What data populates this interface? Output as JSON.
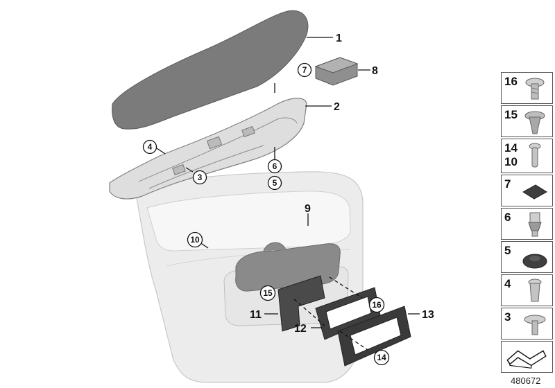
{
  "callouts": {
    "c1": "1",
    "c2": "2",
    "c3": "3",
    "c4": "4",
    "c5": "5",
    "c6": "6",
    "c7": "7",
    "c8": "8",
    "c9": "9",
    "c10": "10",
    "c11": "11",
    "c12": "12",
    "c13": "13",
    "c14": "14",
    "c15": "15",
    "c16": "16"
  },
  "side_panel": [
    {
      "label": "16",
      "label2": "",
      "icon": "torx-screw-icon"
    },
    {
      "label": "15",
      "label2": "",
      "icon": "expanding-rivet-icon"
    },
    {
      "label": "14",
      "label2": "10",
      "icon": "screw-icon"
    },
    {
      "label": "7",
      "label2": "",
      "icon": "foam-pad-icon"
    },
    {
      "label": "6",
      "label2": "",
      "icon": "clip-nut-icon"
    },
    {
      "label": "5",
      "label2": "",
      "icon": "rubber-buffer-icon"
    },
    {
      "label": "4",
      "label2": "",
      "icon": "expanding-nut-icon"
    },
    {
      "label": "3",
      "label2": "",
      "icon": "flange-screw-icon"
    },
    {
      "label": "",
      "label2": "",
      "icon": "bracket-arrow-icon"
    }
  ],
  "diagram_id": "480672",
  "colors": {
    "part_dark": "#7a7a7a",
    "part_light": "#ececec",
    "line": "#111111"
  }
}
